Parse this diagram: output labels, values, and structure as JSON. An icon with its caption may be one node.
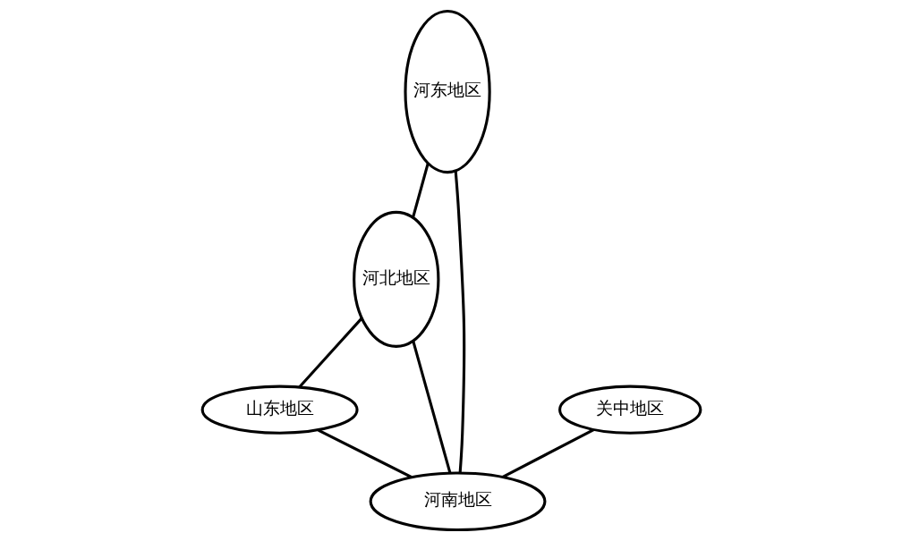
{
  "diagram": {
    "nodes": [
      {
        "text": [
          "河东地区"
        ]
      },
      {
        "text": [
          "河北地区"
        ]
      },
      {
        "text": [
          "山东地区"
        ]
      },
      {
        "text": [
          "关中地区"
        ]
      },
      {
        "text": [
          "河南地区"
        ]
      }
    ],
    "edges": [
      {
        "from": 0,
        "to": 1,
        "arrow": "none"
      },
      {
        "from": 1,
        "to": 2,
        "arrow": "none"
      },
      {
        "from": 0,
        "to": 4,
        "arrow": "none"
      },
      {
        "from": 1,
        "to": 4,
        "arrow": "none"
      },
      {
        "from": 2,
        "to": 4,
        "arrow": "none"
      },
      {
        "from": 3,
        "to": 4,
        "arrow": "none"
      }
    ]
  }
}
